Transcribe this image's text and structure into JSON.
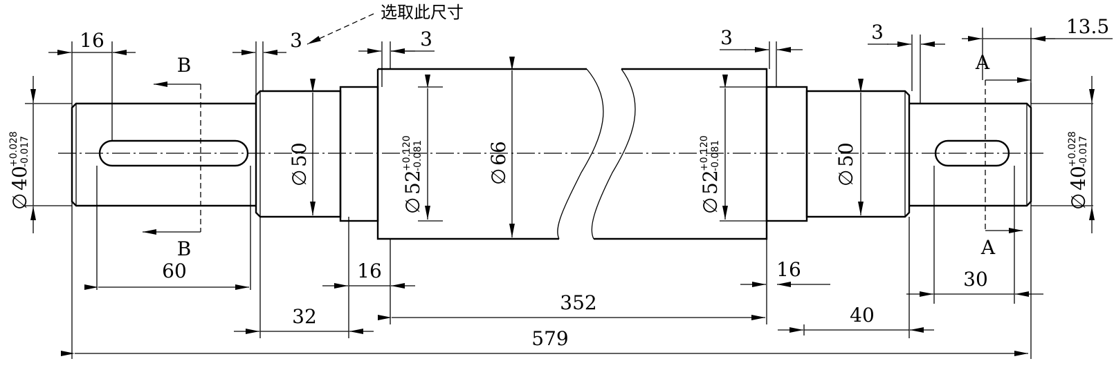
{
  "annotation": {
    "text": "选取此尺寸"
  },
  "dimensions": {
    "len_579": "579",
    "len_352": "352",
    "len_60": "60",
    "len_16_keyway": "16",
    "len_32": "32",
    "len_16_left": "16",
    "len_16_right": "16",
    "len_40": "40",
    "len_30": "30",
    "len_13_5": "13.5",
    "gap_3_a": "3",
    "gap_3_b": "3",
    "gap_3_c": "3",
    "gap_3_d": "3"
  },
  "diameters": {
    "symbol": "∅",
    "d40_left": {
      "value": "40",
      "upper": "+0.028",
      "lower": "-0.017"
    },
    "d50_left": {
      "value": "50"
    },
    "d52_left": {
      "value": "52",
      "upper": "+0.120",
      "lower": "-0.081"
    },
    "d66": {
      "value": "66"
    },
    "d52_right": {
      "value": "52",
      "upper": "+0.120",
      "lower": "-0.081"
    },
    "d50_right": {
      "value": "50"
    },
    "d40_right": {
      "value": "40",
      "upper": "+0.028",
      "lower": "-0.017"
    }
  },
  "sections": {
    "b_top": "B",
    "b_bottom": "B",
    "a_top": "A",
    "a_bottom": "A"
  }
}
